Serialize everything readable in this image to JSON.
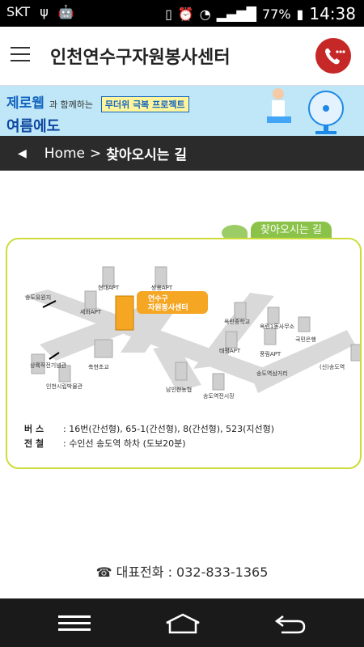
{
  "status": {
    "carrier": "SKT",
    "battery": "77%",
    "time": "14:38"
  },
  "app": {
    "title": "인천연수구자원봉사센터"
  },
  "banner": {
    "brand": "제로웹",
    "with": "과 함께하는",
    "project": "무더위 극복 프로젝트",
    "line2": "여름에도"
  },
  "breadcrumb": {
    "home": "Home",
    "separator": ">",
    "current": "찾아오시는 길"
  },
  "section": {
    "tab_label": "찾아오시는 길"
  },
  "map": {
    "center_name_1": "연수구",
    "center_name_2": "자원봉사센터",
    "labels": {
      "songdo_park": "송도유원지",
      "hyundai": "현대APT",
      "ssangyong": "쌍용APT",
      "sehwa": "세화APT",
      "okryeon_middle": "옥련중학교",
      "okryeon_office": "옥련1동사무소",
      "kookmin": "국민은행",
      "taepyeong": "태평APT",
      "pungrim": "풍림APT",
      "songdo_street": "송도역삼거리",
      "songdo_station": "(신)송도역",
      "memorial": "상륙작전기념관",
      "museum": "인천시립박물관",
      "chukhyeon": "축현초교",
      "nonghyup": "남인천농협",
      "market": "송도역전시장"
    }
  },
  "transport": {
    "bus_label": "버    스",
    "bus_text": ": 16번(간선형), 65-1(간선형), 8(간선형), 523(지선형)",
    "subway_label": "전    철",
    "subway_text": ": 수인선 송도역 하차 (도보20분)"
  },
  "contact": {
    "phone": "☎ 대표전화 : 032-833-1365"
  },
  "colors": {
    "accent": "#c62828",
    "map_border": "#cddc39",
    "tab": "#8bc34a",
    "center_badge": "#f5a623"
  }
}
